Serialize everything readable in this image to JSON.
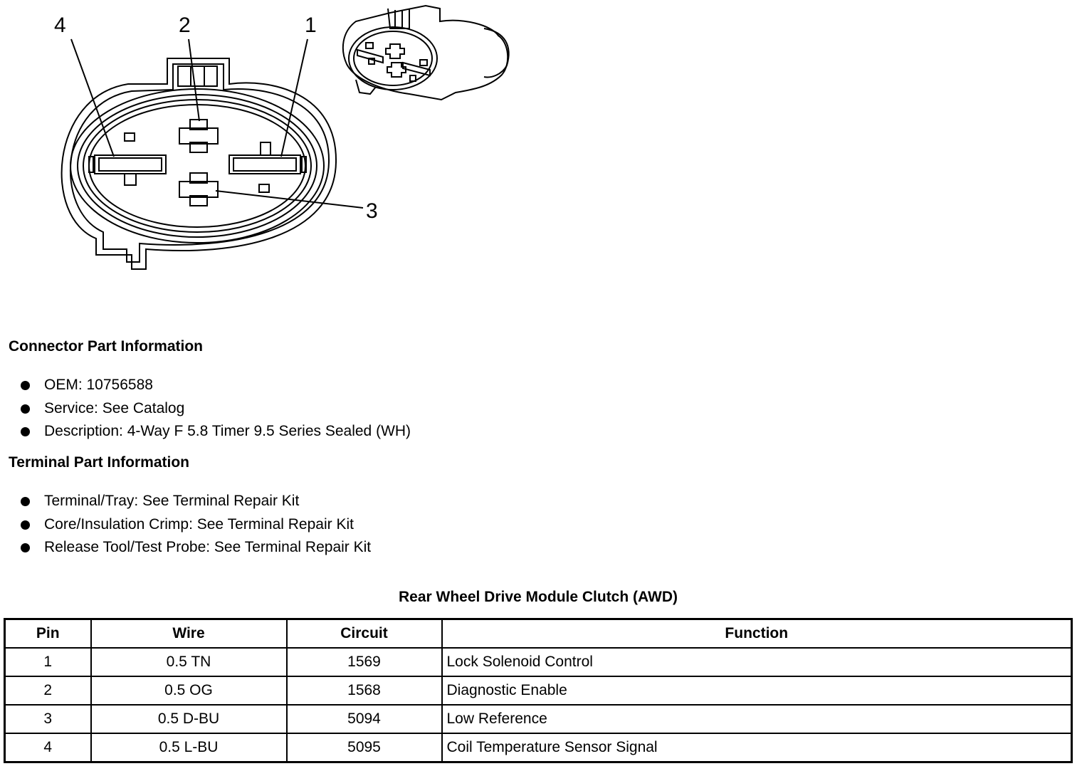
{
  "diagram": {
    "callouts": [
      "4",
      "2",
      "1",
      "3"
    ]
  },
  "connector_info": {
    "heading": "Connector Part Information",
    "items": [
      "OEM: 10756588",
      "Service: See Catalog",
      "Description: 4-Way F 5.8 Timer 9.5 Series Sealed (WH)"
    ]
  },
  "terminal_info": {
    "heading": "Terminal Part Information",
    "items": [
      "Terminal/Tray: See Terminal Repair Kit",
      "Core/Insulation Crimp: See Terminal Repair Kit",
      "Release Tool/Test Probe: See Terminal Repair Kit"
    ]
  },
  "table": {
    "title": "Rear Wheel Drive Module Clutch (AWD)",
    "headers": [
      "Pin",
      "Wire",
      "Circuit",
      "Function"
    ],
    "rows": [
      [
        "1",
        "0.5 TN",
        "1569",
        "Lock Solenoid Control"
      ],
      [
        "2",
        "0.5 OG",
        "1568",
        "Diagnostic Enable"
      ],
      [
        "3",
        "0.5 D-BU",
        "5094",
        "Low Reference"
      ],
      [
        "4",
        "0.5 L-BU",
        "5095",
        "Coil Temperature Sensor Signal"
      ]
    ]
  }
}
